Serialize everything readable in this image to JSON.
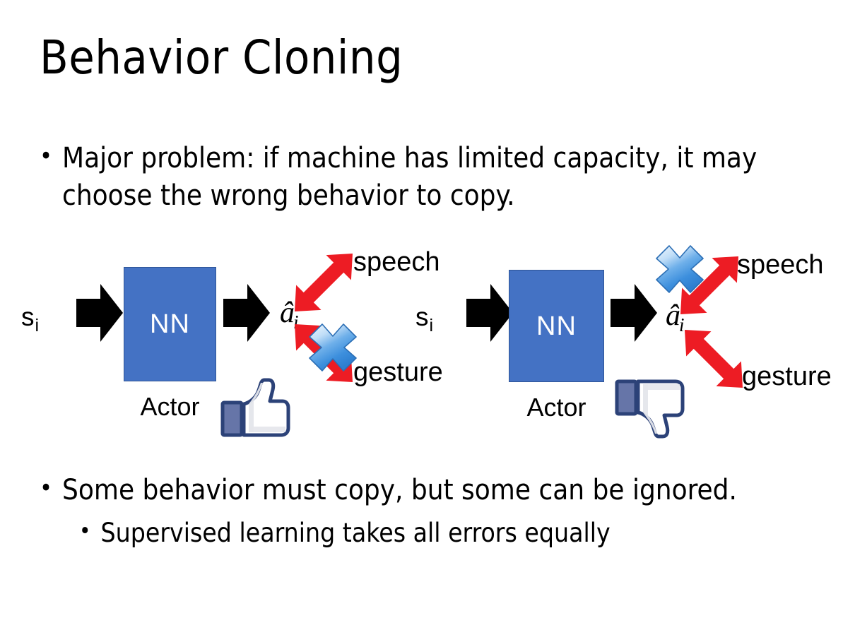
{
  "slide": {
    "title": "Behavior Cloning",
    "bullets_top": [
      {
        "marker": "•",
        "text": "Major problem: if machine has limited capacity, it may choose the wrong behavior to copy."
      }
    ],
    "bullets_bottom": [
      {
        "marker": "•",
        "text": "Some behavior must copy, but some can be ignored."
      },
      {
        "marker": "•",
        "text": "Supervised learning takes all errors equally"
      }
    ]
  },
  "diagrams": [
    {
      "id": "left",
      "state_label": "s",
      "state_subscript": "i",
      "nn_label": "NN",
      "nn_caption": "Actor",
      "action_label": "â",
      "action_subscript": "i",
      "branches": [
        {
          "name": "speech",
          "label": "speech",
          "crossed": false
        },
        {
          "name": "gesture",
          "label": "gesture",
          "crossed": true
        }
      ],
      "verdict_icon": "thumbs-up-icon"
    },
    {
      "id": "right",
      "state_label": "s",
      "state_subscript": "i",
      "nn_label": "NN",
      "nn_caption": "Actor",
      "action_label": "â",
      "action_subscript": "i",
      "branches": [
        {
          "name": "speech",
          "label": "speech",
          "crossed": true
        },
        {
          "name": "gesture",
          "label": "gesture",
          "crossed": false
        }
      ],
      "verdict_icon": "thumbs-down-icon"
    }
  ],
  "colors": {
    "background": "#ffffff",
    "text": "#000000",
    "nn_box_fill": "#4472C4",
    "nn_box_border": "#2F5597",
    "nn_box_text": "#ffffff",
    "arrow_black": "#000000",
    "arrow_red": "#ED1C24",
    "cross_blue_light": "#DCEBFA",
    "cross_blue_mid": "#5FA8E8",
    "cross_blue_dark": "#1F6FC4",
    "hand_outline": "#3B5998",
    "hand_fill": "#ffffff",
    "hand_shade": "#E4E6EB",
    "hand_cuff": "#6675A8"
  }
}
